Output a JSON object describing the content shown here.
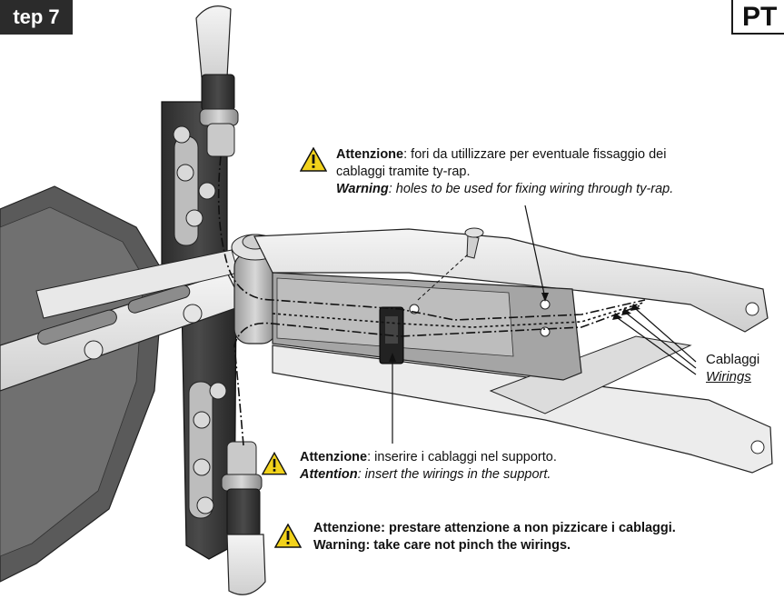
{
  "header": {
    "step_label": "tep 7",
    "page_code": "PT"
  },
  "notes": {
    "holes": {
      "it_bold": "Attenzione",
      "it_text": ": fori da utillizzare per eventuale fissaggio dei",
      "it_text2": "cablaggi tramite ty-rap.",
      "en_bold": "Warning",
      "en_text": ": holes to be used for fixing wiring through ty-rap."
    },
    "support": {
      "it_bold": "Attenzione",
      "it_text": ": inserire i cablaggi nel supporto.",
      "en_bold": "Attention",
      "en_text": ": insert the wirings in the support."
    },
    "pinch": {
      "it_text": "Attenzione: prestare attenzione a non pizzicare i cablaggi.",
      "en_text": "Warning: take care not pinch the wirings."
    }
  },
  "labels": {
    "wirings_it": "Cablaggi",
    "wirings_en": "Wirings"
  },
  "icons": {
    "warning": "warning-triangle-icon"
  },
  "colors": {
    "badge_bg": "#2b2b2b",
    "warning_fill": "#f2d21b",
    "part_light": "#e6e6e6",
    "part_dark": "#3a3a3a"
  }
}
